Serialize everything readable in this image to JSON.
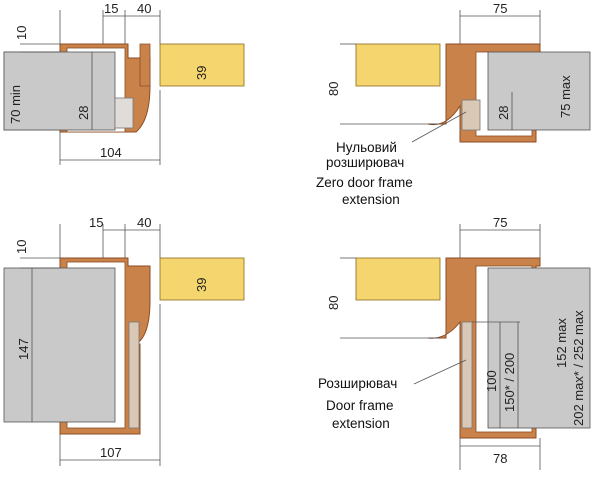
{
  "panels": {
    "top_left": {
      "d_15": "15",
      "d_40": "40",
      "d_10": "10",
      "d_70": "70 min",
      "d_28": "28",
      "d_39": "39",
      "d_104": "104"
    },
    "top_right": {
      "d_75": "75",
      "d_80": "80",
      "d_75max": "75 max",
      "d_28": "28"
    },
    "bottom_left": {
      "d_15": "15",
      "d_40": "40",
      "d_10": "10",
      "d_147": "147",
      "d_39": "39",
      "d_107": "107"
    },
    "bottom_right": {
      "d_75": "75",
      "d_80": "80",
      "d_100": "100",
      "d_150": "150* / 200",
      "d_152": "152 max",
      "d_202": "202 max* / 252 max",
      "d_78": "78"
    }
  },
  "labels": {
    "zero_ext_ua": "Нульовий",
    "zero_ext_ua2": "розширювач",
    "zero_ext_en1": "Zero door frame",
    "zero_ext_en2": "extension",
    "ext_ua": "Розширювач",
    "ext_en1": "Door frame",
    "ext_en2": "extension"
  },
  "colors": {
    "frame": "#c9824a",
    "frame_edge": "#8a4e24",
    "wall": "#c9c9c9",
    "architrave": "#f5d66e",
    "extension": "#d9c8b6"
  }
}
